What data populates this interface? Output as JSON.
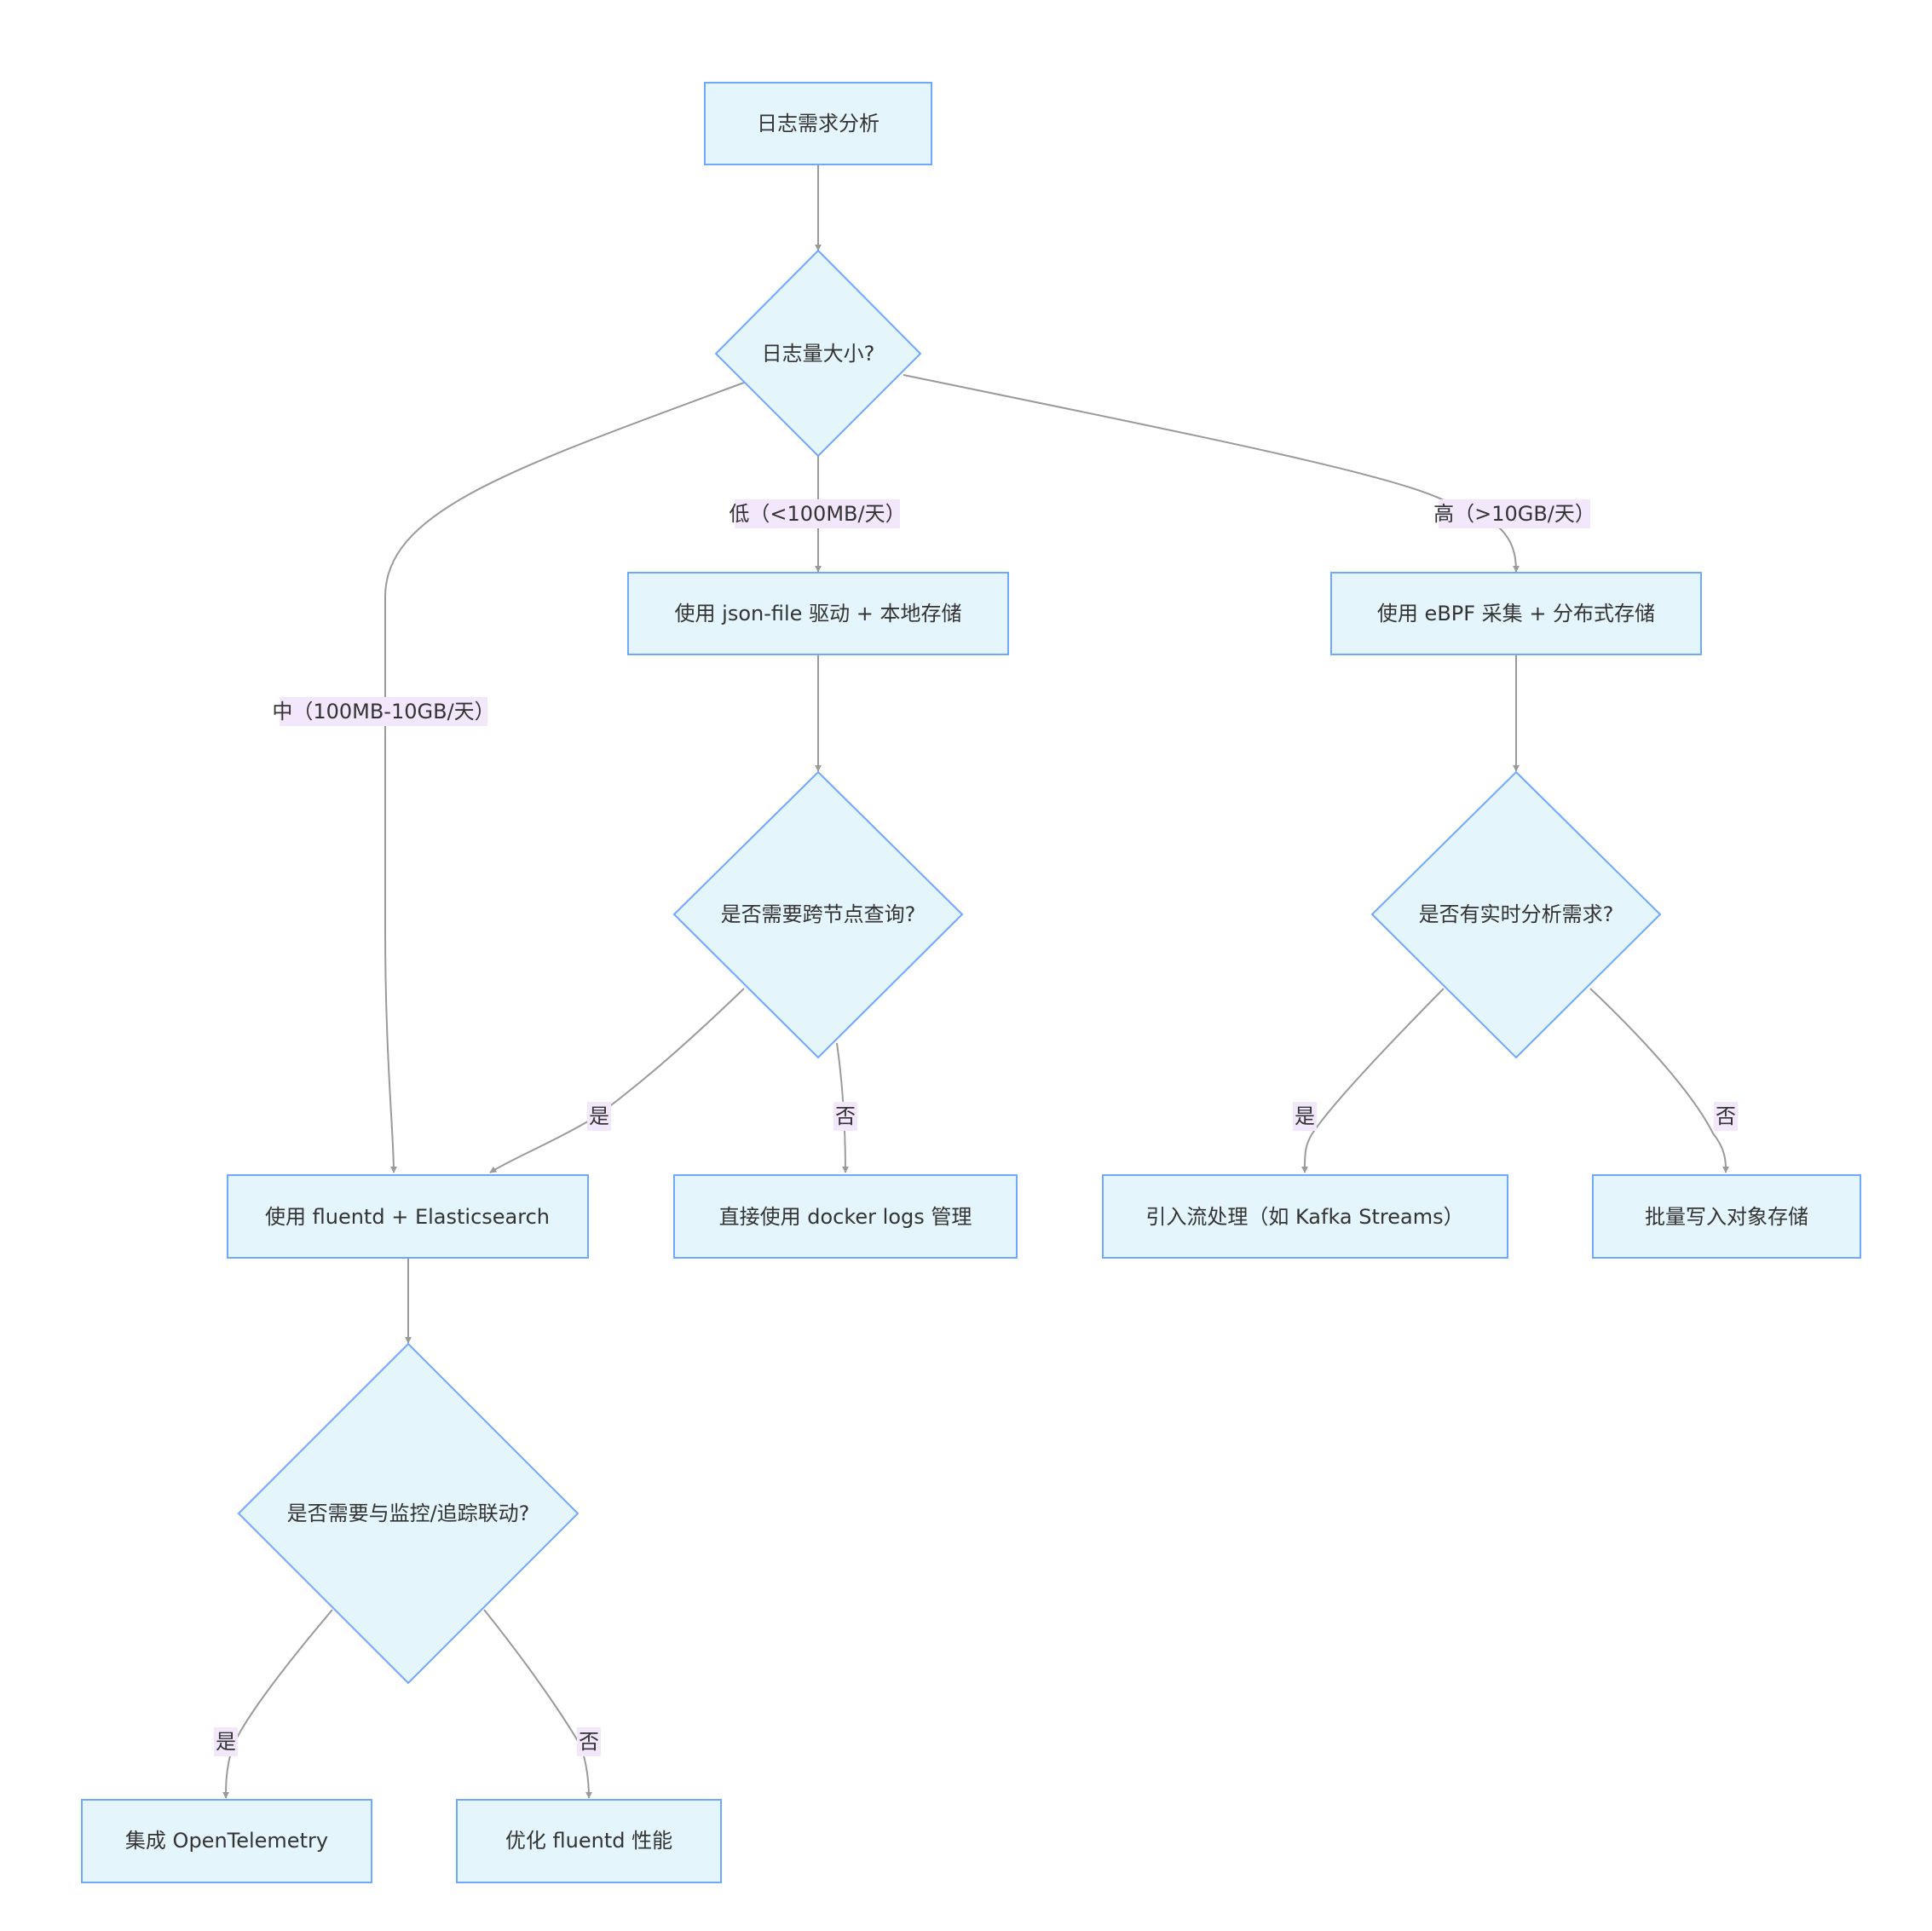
{
  "colors": {
    "node_fill": "#e4f5fb",
    "node_stroke": "#6ea8ff",
    "edge_stroke": "#9a9a9a",
    "label_bg": "#f3e8fb",
    "text": "#333333"
  },
  "nodes": {
    "start": "日志需求分析",
    "volume_decision": "日志量大小?",
    "json_file": "使用 json-file 驱动 + 本地存储",
    "ebpf": "使用 eBPF 采集 + 分布式存储",
    "cross_node_decision": "是否需要跨节点查询?",
    "realtime_decision": "是否有实时分析需求?",
    "fluentd_es": "使用 fluentd + Elasticsearch",
    "docker_logs": "直接使用 docker logs 管理",
    "stream_processing": "引入流处理（如 Kafka Streams）",
    "object_storage": "批量写入对象存储",
    "monitoring_decision": "是否需要与监控/追踪联动?",
    "opentelemetry": "集成 OpenTelemetry",
    "optimize_fluentd": "优化 fluentd 性能"
  },
  "edge_labels": {
    "low": "低（<100MB/天）",
    "medium": "中（100MB-10GB/天）",
    "high": "高（>10GB/天）",
    "cross_yes": "是",
    "cross_no": "否",
    "realtime_yes": "是",
    "realtime_no": "否",
    "monitor_yes": "是",
    "monitor_no": "否"
  }
}
